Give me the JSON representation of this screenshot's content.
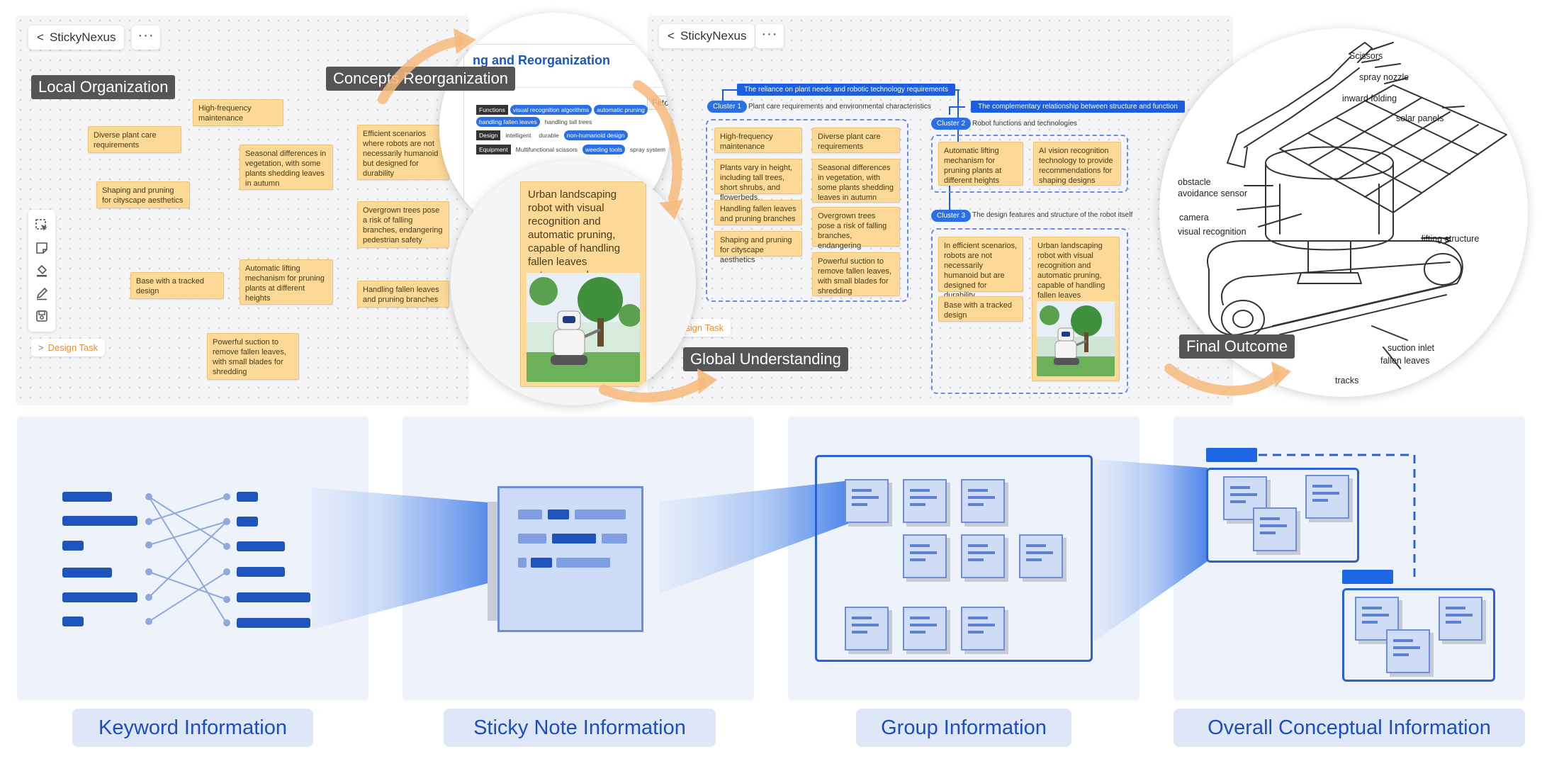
{
  "app": {
    "title": "StickyNexus",
    "more": "···",
    "back_chevron": "<"
  },
  "stages": {
    "local": "Local Organization",
    "reorg": "Concepts Reorganization",
    "global": "Global Understanding",
    "final": "Final Outcome"
  },
  "design_task": {
    "chevron": ">",
    "label": "Design Task",
    "partial_label": "esign Task"
  },
  "toolbar_icons": [
    "select-icon",
    "sticky-note-icon",
    "fill-icon",
    "pen-icon",
    "save-icon"
  ],
  "local_notes": [
    "High-frequency maintenance",
    "Diverse plant care requirements",
    "Seasonal differences in vegetation, with some plants shedding leaves in autumn",
    "Shaping and pruning for cityscape aesthetics",
    "Efficient scenarios where robots are not necessarily humanoid but designed for durability",
    "Overgrown trees pose a risk of falling branches, endangering pedestrian safety",
    "Base with a tracked design",
    "Automatic lifting mechanism for pruning plants at different heights",
    "Handling fallen leaves and pruning branches",
    "Powerful suction to remove fallen leaves, with small blades for shredding"
  ],
  "reorg_panel": {
    "title": "ng and Reorganization",
    "fetch": "Fetc",
    "rows": [
      {
        "label": "Functions",
        "chips": [
          {
            "text": "visual recognition algorithms",
            "hl": true
          },
          {
            "text": "automatic pruning",
            "hl": true
          },
          {
            "text": "handling fallen leaves",
            "hl": true
          },
          {
            "text": "handling tall trees",
            "hl": false
          }
        ]
      },
      {
        "label": "Design",
        "chips": [
          {
            "text": "intelligent",
            "hl": false
          },
          {
            "text": "durable",
            "hl": false
          },
          {
            "text": "non-humanoid design",
            "hl": true
          }
        ]
      },
      {
        "label": "Equipment",
        "chips": [
          {
            "text": "Multifunctional scissors",
            "hl": false
          },
          {
            "text": "weeding tools",
            "hl": true
          },
          {
            "text": "spray system",
            "hl": false
          }
        ]
      }
    ],
    "big_note": "Urban landscaping robot with visual recognition and automatic pruning, capable of handling fallen leaves autonomously."
  },
  "global": {
    "header1": "The reliance on plant needs and robotic technology requirements",
    "header2": "The complementary relationship between structure and function",
    "clusters": [
      {
        "label": "Cluster 1",
        "title": "Plant care requirements and environmental characteristics",
        "col1": [
          "High-frequency maintenance",
          "Plants vary in height, including tall trees, short shrubs, and flowerbeds.",
          "Handling fallen leaves and pruning branches",
          "Shaping and pruning for cityscape aesthetics"
        ],
        "col2": [
          "Diverse plant care requirements",
          "Seasonal differences in vegetation, with some plants shedding leaves in autumn",
          "Overgrown trees pose a risk of falling branches, endangering pedestrian safety",
          "Powerful suction to remove fallen leaves, with small blades for shredding"
        ]
      },
      {
        "label": "Cluster 2",
        "title": "Robot functions and technologies",
        "col1": [
          "Automatic lifting mechanism for pruning plants at different heights"
        ],
        "col2": [
          "AI vision recognition technology to provide recommendations for shaping designs"
        ]
      },
      {
        "label": "Cluster 3",
        "title": "The design features and structure of the robot itself",
        "col1": [
          "In efficient scenarios, robots are not necessarily humanoid but are designed for durability.",
          "Base with a tracked design"
        ],
        "col2": [
          "Urban landscaping robot with visual recognition and automatic pruning, capable of handling fallen leaves autonomously."
        ]
      }
    ]
  },
  "sketch_labels": [
    "Scissors",
    "spray nozzle",
    "inward folding",
    "solar panels",
    "obstacle",
    "avoidance sensor",
    "camera",
    "visual recognition",
    "lifting structure",
    "suction inlet",
    "fallen leaves",
    "tracks"
  ],
  "info_types": [
    "Keyword Information",
    "Sticky Note Information",
    "Group Information",
    "Overall Conceptual Information"
  ],
  "colors": {
    "note": "#fcd996",
    "accent_blue": "#1d55bd",
    "tag_bg": "#555558",
    "arrow": "#f6b97a",
    "panel_bg": "#edf2fb"
  }
}
